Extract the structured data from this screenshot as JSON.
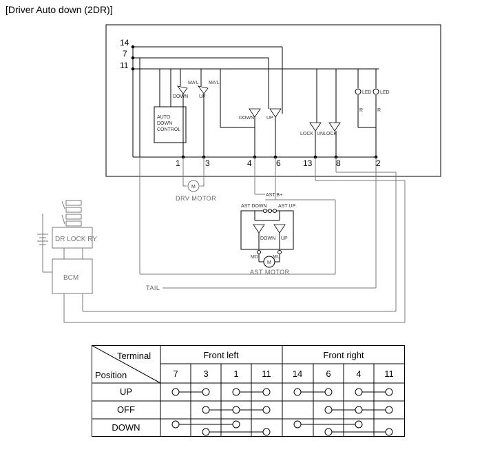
{
  "title": "[Driver Auto down (2DR)]",
  "diagram": {
    "left_terminals": [
      "14",
      "7",
      "11"
    ],
    "bottom_terminals": [
      "1",
      "3",
      "4",
      "6",
      "13",
      "8",
      "2"
    ],
    "switch_labels": {
      "down": "DOWN",
      "up": "UP",
      "manual_1": "MA'L",
      "manual_2": "MA'L",
      "auto_down_control": [
        "AUTO",
        "DOWN",
        "CONTROL"
      ],
      "sw_down": "DOWN",
      "sw_up": "UP",
      "lock": "LOCK",
      "unlock": "UNLOCK",
      "led": "LED",
      "resistor": "R"
    },
    "drv_motor": "DRV MOTOR",
    "ast_motor": "AST MOTOR",
    "ast_switch": {
      "down": "AST DOWN",
      "b_plus": "AST B+",
      "up": "AST UP",
      "inner_down": "DOWN",
      "inner_up": "UP"
    },
    "motor_terminals": {
      "md": "MD",
      "mu": "MU",
      "m": "M"
    },
    "dr_lock_ry": "DR LOCK RY",
    "bcm": "BCM",
    "tail": "TAIL"
  },
  "table": {
    "header_terminal": "Terminal",
    "header_position": "Position",
    "groups": [
      {
        "name": "Front left",
        "terminals": [
          "7",
          "3",
          "1",
          "11"
        ]
      },
      {
        "name": "Front right",
        "terminals": [
          "14",
          "6",
          "4",
          "11"
        ]
      }
    ],
    "rows": [
      {
        "position": "UP",
        "connections": [
          [
            0,
            1
          ],
          [
            2,
            3
          ],
          [
            4,
            5
          ],
          [
            6,
            7
          ]
        ],
        "dots": [
          0,
          1,
          2,
          3,
          4,
          5,
          6,
          7
        ],
        "low": []
      },
      {
        "position": "OFF",
        "connections": [
          [
            1,
            3
          ],
          [
            5,
            7
          ]
        ],
        "dots": [
          1,
          2,
          3,
          5,
          6,
          7
        ],
        "low": []
      },
      {
        "position": "DOWN",
        "connections": [
          [
            0,
            2
          ],
          [
            4,
            6
          ]
        ],
        "dots": [
          0,
          2,
          4,
          6
        ],
        "low": [
          [
            1,
            3
          ],
          [
            5,
            7
          ]
        ]
      }
    ]
  }
}
